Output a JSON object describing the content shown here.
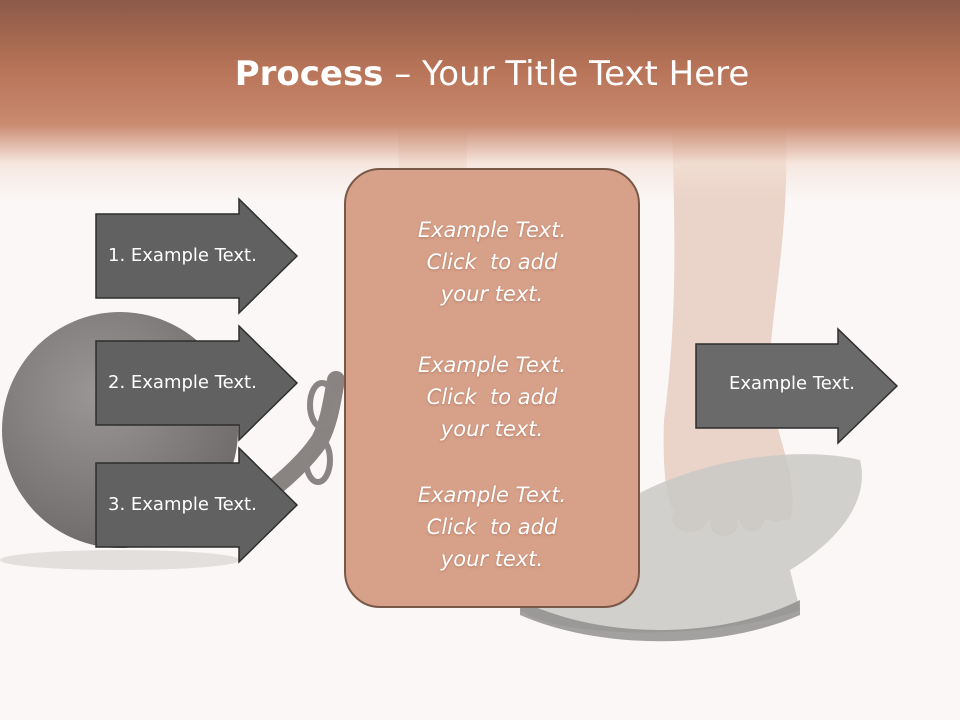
{
  "title": {
    "bold": "Process",
    "rest": " – Your Title Text Here"
  },
  "left_arrows": [
    {
      "label": "1. Example Text."
    },
    {
      "label": "2. Example Text."
    },
    {
      "label": "3. Example Text."
    }
  ],
  "center_box": {
    "blocks": [
      {
        "lines": [
          "Example Text.",
          "Click  to add",
          "your text."
        ]
      },
      {
        "lines": [
          "Example Text.",
          "Click  to add",
          "your text."
        ]
      },
      {
        "lines": [
          "Example Text.",
          "Click  to add",
          "your text."
        ]
      }
    ]
  },
  "right_arrow": {
    "label": "Example Text."
  },
  "colors": {
    "header": "#b87458",
    "arrow_fill": "#616161",
    "box_fill": "#d7a089",
    "box_border": "#7a5848"
  }
}
